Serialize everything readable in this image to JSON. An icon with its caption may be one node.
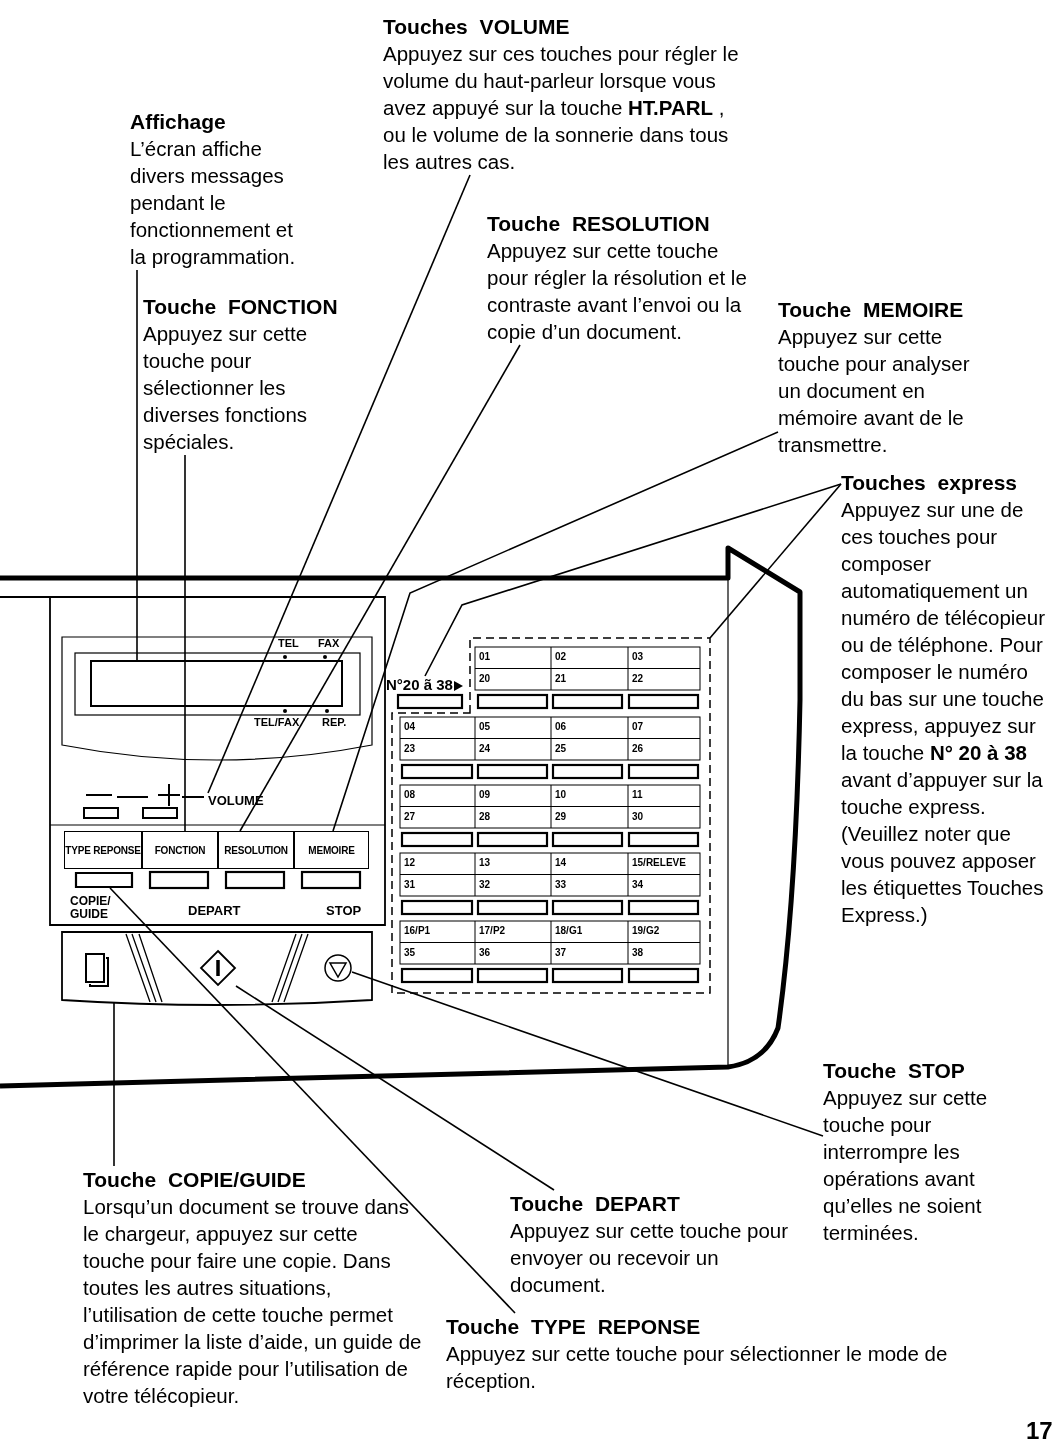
{
  "diagram": {
    "nodes": [
      {
        "text": [
          "Touches VOLUME",
          "Appuyez sur ces touches pour régler le volume du haut-parleur lorsque vous avez appuyé sur la touche **HT.PARL** , ou le volume de la sonnerie dans tous les autres cas."
        ]
      },
      {
        "text": [
          "Affichage",
          "L’écran affiche divers messages pendant le fonctionnement et la programmation."
        ]
      },
      {
        "text": [
          "Touche RESOLUTION",
          "Appuyez sur cette touche pour régler la résolution et le contraste avant l’envoi ou la copie d’un document."
        ]
      },
      {
        "text": [
          "Touche FONCTION",
          "Appuyez sur cette touche pour sélectionner les diverses fonctions spéciales."
        ]
      },
      {
        "text": [
          "Touche MEMOIRE",
          "Appuyez sur cette touche pour analyser un document en mémoire avant de le transmettre."
        ]
      },
      {
        "text": [
          "Touches express",
          "Appuyez sur une de ces touches pour composer automatiquement un numéro de télécopieur ou de téléphone. Pour composer le numéro du bas sur une touche express, appuyez sur la touche **N° 20 à 38** avant d’appuyer sur la touche express. (Veuillez noter que vous pouvez apposer les étiquettes Touches Express.)"
        ]
      },
      {
        "text": [
          "Touche STOP",
          "Appuyez sur cette touche pour interrompre les opérations avant qu’elles ne soient terminées."
        ]
      },
      {
        "text": [
          "Touche DEPART",
          "Appuyez sur cette touche pour envoyer ou recevoir un document."
        ]
      },
      {
        "text": [
          "Touche COPIE/GUIDE",
          "Lorsqu’un document se trouve dans le chargeur, appuyez sur cette touche pour faire une copie. Dans toutes les autres situations, l’utilisation de cette touche permet d’imprimer la liste d’aide, un guide de référence rapide pour l’utilisation de votre télécopieur."
        ]
      },
      {
        "text": [
          "Touche TYPE REPONSE",
          "Appuyez sur cette touche pour sélectionner le mode de réception."
        ]
      },
      {
        "text": [],
        "shape": "box"
      },
      {
        "text": [
          "VOLUME"
        ]
      },
      {
        "text": [
          "TYPE REPONSE"
        ]
      },
      {
        "text": [
          "FONCTION"
        ]
      },
      {
        "text": [
          "RESOLUTION"
        ]
      },
      {
        "text": [
          "MEMOIRE"
        ]
      },
      {
        "text": [],
        "shape": "box"
      },
      {
        "text": [
          "N°20 ã 38"
        ]
      },
      {
        "text": [],
        "shape": "box"
      },
      {
        "text": [],
        "shape": "box"
      },
      {
        "text": [],
        "shape": "diamond"
      },
      {
        "text": [],
        "shape": "circle"
      }
    ],
    "edges": [
      {
        "from": 0,
        "to": 11,
        "arrow": "none"
      },
      {
        "from": 1,
        "to": 10,
        "arrow": "none"
      },
      {
        "from": 2,
        "to": 14,
        "arrow": "none"
      },
      {
        "from": 3,
        "to": 13,
        "arrow": "none"
      },
      {
        "from": 4,
        "to": 15,
        "arrow": "none"
      },
      {
        "from": 5,
        "to": 17,
        "arrow": "none"
      },
      {
        "from": 5,
        "to": 18,
        "arrow": "none"
      },
      {
        "from": 6,
        "to": 21,
        "arrow": "none"
      },
      {
        "from": 7,
        "to": 20,
        "arrow": "none"
      },
      {
        "from": 8,
        "to": 19,
        "arrow": "none"
      },
      {
        "from": 9,
        "to": 16,
        "arrow": "none"
      }
    ],
    "labels": [
      "TEL",
      "FAX",
      "TEL/FAX",
      "REP.",
      "COPIE/ GUIDE",
      "DEPART",
      "STOP",
      "01",
      "02",
      "03",
      "20",
      "21",
      "22",
      "04",
      "05",
      "06",
      "07",
      "23",
      "24",
      "25",
      "26",
      "08",
      "09",
      "10",
      "11",
      "27",
      "28",
      "29",
      "30",
      "12",
      "13",
      "14",
      "15/RELEVE",
      "31",
      "32",
      "33",
      "34",
      "16/P1",
      "17/P2",
      "18/G1",
      "19/G2",
      "35",
      "36",
      "37",
      "38",
      "17"
    ]
  }
}
